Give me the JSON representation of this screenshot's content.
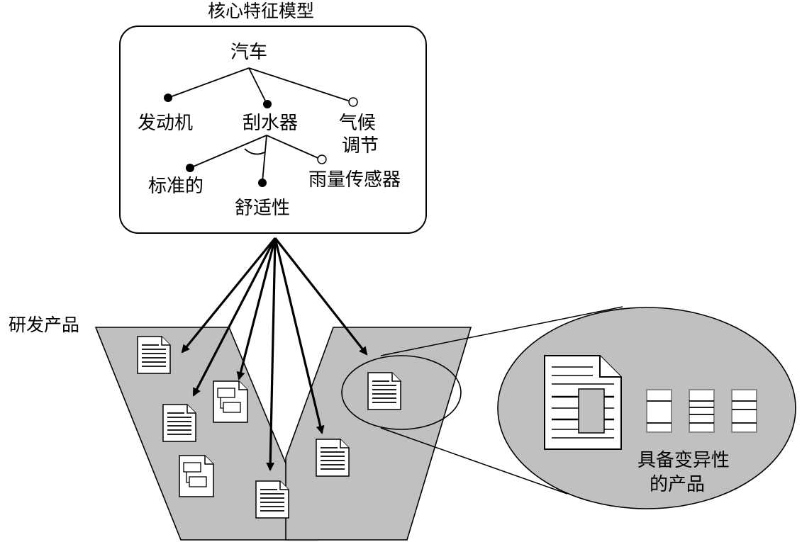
{
  "title": "核心特征模型",
  "feature_model": {
    "root": "汽车",
    "children": [
      "发动机",
      "刮水器",
      "气候\n调节"
    ],
    "wiper_children": [
      "标准的",
      "舒适性",
      "雨量传感器"
    ]
  },
  "developed_products_label": "研发产品",
  "variability_label": "具备变异性\n的产品",
  "colors": {
    "panel_fill": "#c0c0c0",
    "stroke": "#000000",
    "background": "#ffffff"
  }
}
